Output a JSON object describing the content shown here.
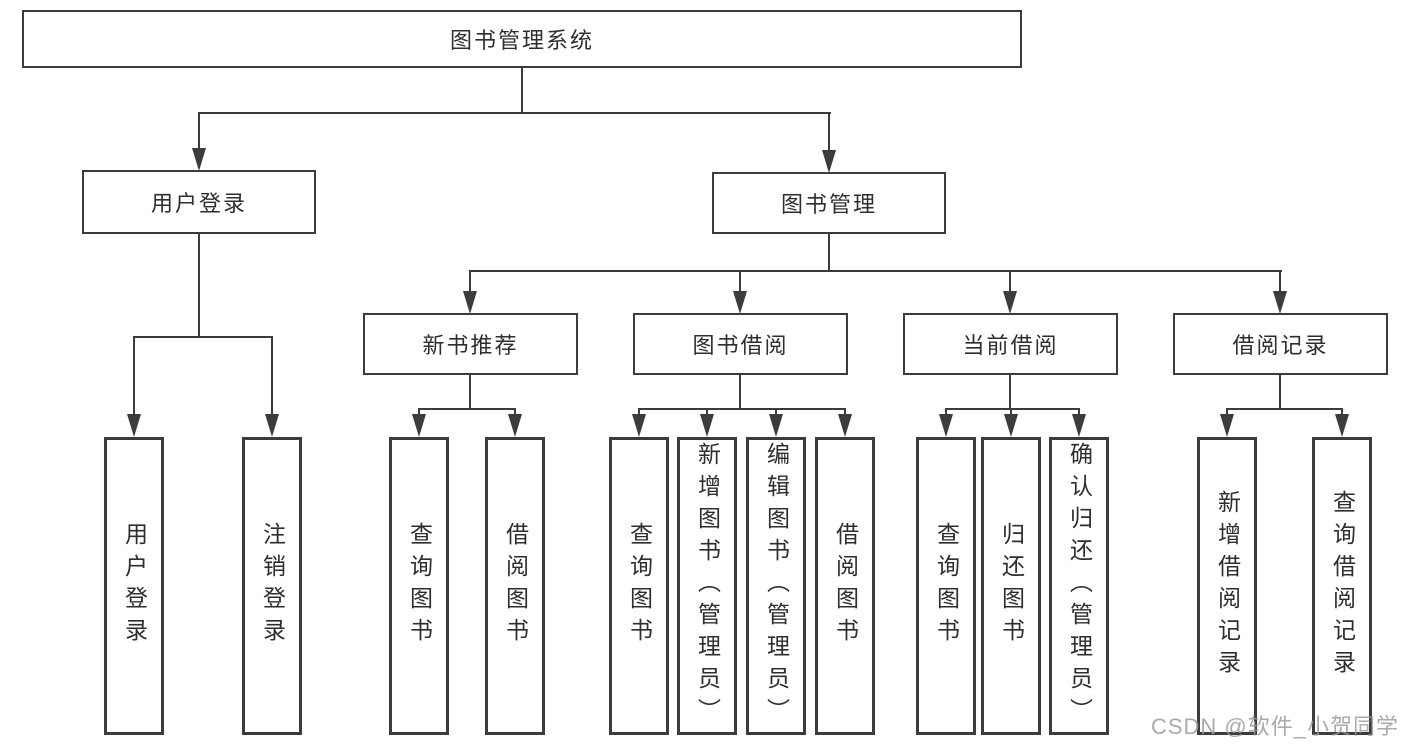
{
  "nodes": {
    "root": {
      "label": "图书管理系统"
    },
    "level2": [
      {
        "id": "user-login",
        "label": "用户登录",
        "parent": "图书管理系统"
      },
      {
        "id": "book-management",
        "label": "图书管理",
        "parent": "图书管理系统"
      }
    ],
    "level3": [
      {
        "id": "new-book-recommend",
        "label": "新书推荐",
        "parent": "图书管理"
      },
      {
        "id": "book-borrow",
        "label": "图书借阅",
        "parent": "图书管理"
      },
      {
        "id": "current-borrow",
        "label": "当前借阅",
        "parent": "图书管理"
      },
      {
        "id": "borrow-records",
        "label": "借阅记录",
        "parent": "图书管理"
      }
    ],
    "leaves": [
      {
        "label": "用户登录",
        "parent": "用户登录"
      },
      {
        "label": "注销登录",
        "parent": "用户登录"
      },
      {
        "label": "查询图书",
        "parent": "新书推荐"
      },
      {
        "label": "借阅图书",
        "parent": "新书推荐"
      },
      {
        "label": "查询图书",
        "parent": "图书借阅"
      },
      {
        "label": "新增图书（管理员）",
        "parent": "图书借阅"
      },
      {
        "label": "编辑图书（管理员）",
        "parent": "图书借阅"
      },
      {
        "label": "借阅图书",
        "parent": "图书借阅"
      },
      {
        "label": "查询图书",
        "parent": "当前借阅"
      },
      {
        "label": "归还图书",
        "parent": "当前借阅"
      },
      {
        "label": "确认归还（管理员）",
        "parent": "当前借阅"
      },
      {
        "label": "新增借阅记录",
        "parent": "借阅记录"
      },
      {
        "label": "查询借阅记录",
        "parent": "借阅记录"
      }
    ]
  },
  "watermark": "CSDN @软件_小贺同学",
  "colors": {
    "line": "#3c3c3c",
    "text": "#2e2e2e",
    "background": "#ffffff",
    "watermark": "#9b9b9b"
  }
}
